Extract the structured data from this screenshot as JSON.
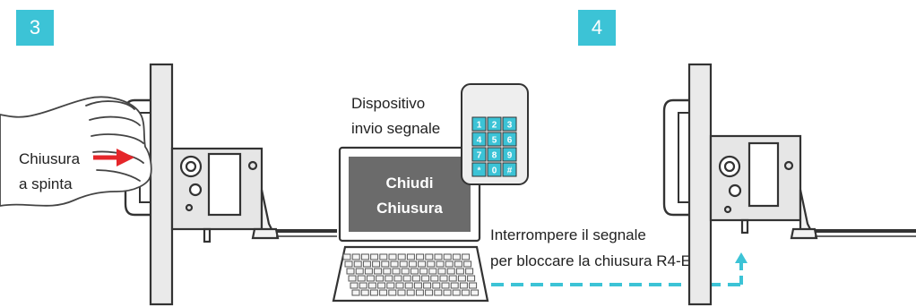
{
  "steps": [
    {
      "number": "3"
    },
    {
      "number": "4"
    }
  ],
  "labels": {
    "push_close_line1": "Chiusura",
    "push_close_line2": "a spinta",
    "device_line1": "Dispositivo",
    "device_line2": "invio segnale",
    "screen_line1": "Chiudi",
    "screen_line2": "Chiusura",
    "interrupt_line1": "Interrompere il segnale",
    "interrupt_line2": "per bloccare la chiusura R4-EM"
  },
  "keypad": {
    "keys": [
      "1",
      "2",
      "3",
      "4",
      "5",
      "6",
      "7",
      "8",
      "9",
      "*",
      "0",
      "#"
    ]
  },
  "colors": {
    "accent": "#3cc3d6",
    "arrow": "#e5262a",
    "line": "#333333",
    "lock_fill": "#d8d8d8",
    "screen_fill": "#6b6b6b"
  },
  "icons": {
    "hand": "hand-push-icon",
    "arrow": "push-arrow-icon",
    "keypad": "keypad-icon",
    "laptop": "laptop-icon",
    "lock": "electromagnetic-lock-icon"
  }
}
